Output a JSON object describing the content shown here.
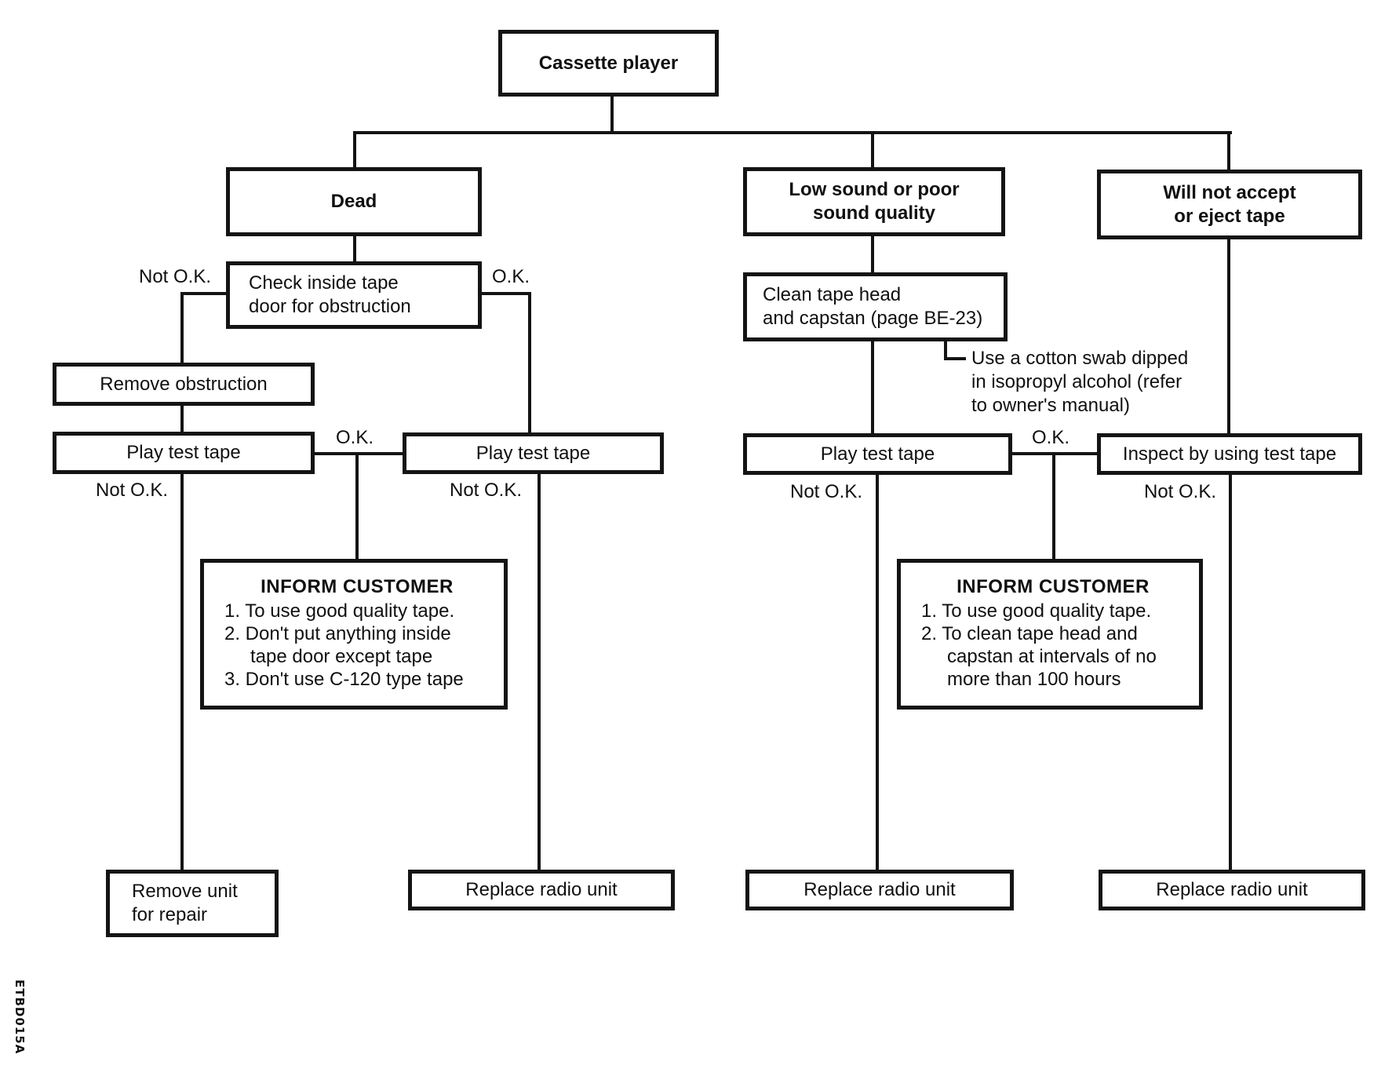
{
  "labels": {
    "ok": "O.K.",
    "not_ok": "Not O.K."
  },
  "nodes": {
    "root": "Cassette player",
    "dead": "Dead",
    "low_sound": "Low sound or poor\nsound quality",
    "will_not_accept": "Will not accept\nor eject tape",
    "check_door": "Check inside tape\ndoor for obstruction",
    "remove_obstruction": "Remove obstruction",
    "play_test_tape_1": "Play test tape",
    "play_test_tape_2": "Play test tape",
    "clean_head": "Clean tape head\nand capstan (page BE-23)",
    "play_test_tape_3": "Play test tape",
    "inspect": "Inspect by using test tape",
    "remove_unit": "Remove unit\nfor repair",
    "replace_radio_1": "Replace radio unit",
    "replace_radio_2": "Replace radio unit",
    "replace_radio_3": "Replace radio unit"
  },
  "inform_left": {
    "title": "INFORM CUSTOMER",
    "items": [
      "1. To use good quality tape.",
      "2. Don't put anything inside\ntape door except tape",
      "3. Don't use C-120 type tape"
    ]
  },
  "inform_right": {
    "title": "INFORM CUSTOMER",
    "items": [
      "1. To use good quality tape.",
      "2. To clean tape head and\ncapstan at intervals of no\nmore than 100 hours"
    ]
  },
  "note": "Use a cotton swab dipped\nin isopropyl alcohol (refer\nto owner's manual)",
  "figure_code": "ETBD015A"
}
